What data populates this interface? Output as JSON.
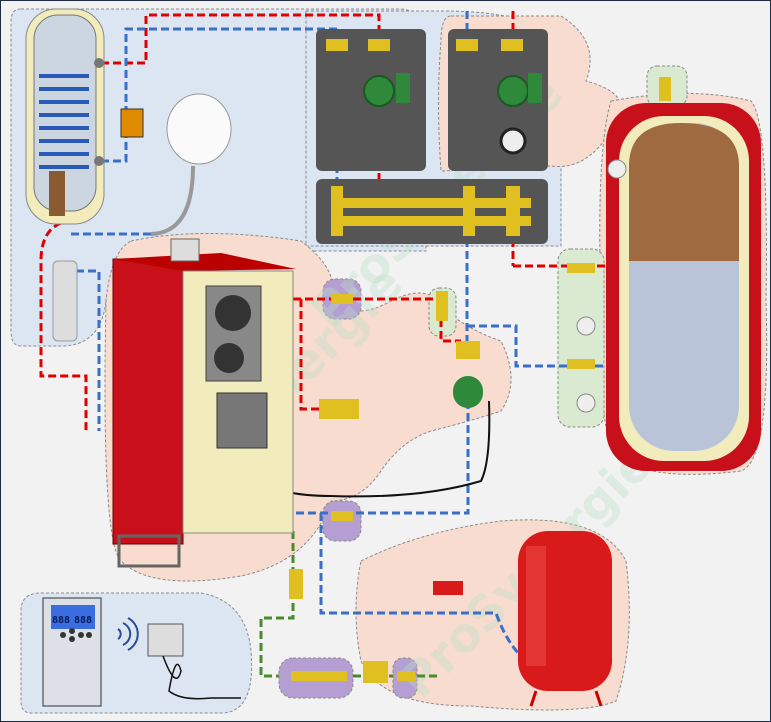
{
  "diagram": {
    "watermark": "ProSynergie",
    "controller": {
      "display_left": "888",
      "display_right": "888"
    },
    "colors": {
      "supply": "#e00000",
      "return": "#3a6fc8",
      "cold_water": "#4a8a2a",
      "zone_blue": "#dce6f2",
      "zone_peach": "#f8dccf",
      "zone_green": "#d9ead0",
      "zone_purple": "#b59fd2",
      "boiler_red": "#c8101a",
      "panel_cream": "#f2ecbc"
    }
  }
}
